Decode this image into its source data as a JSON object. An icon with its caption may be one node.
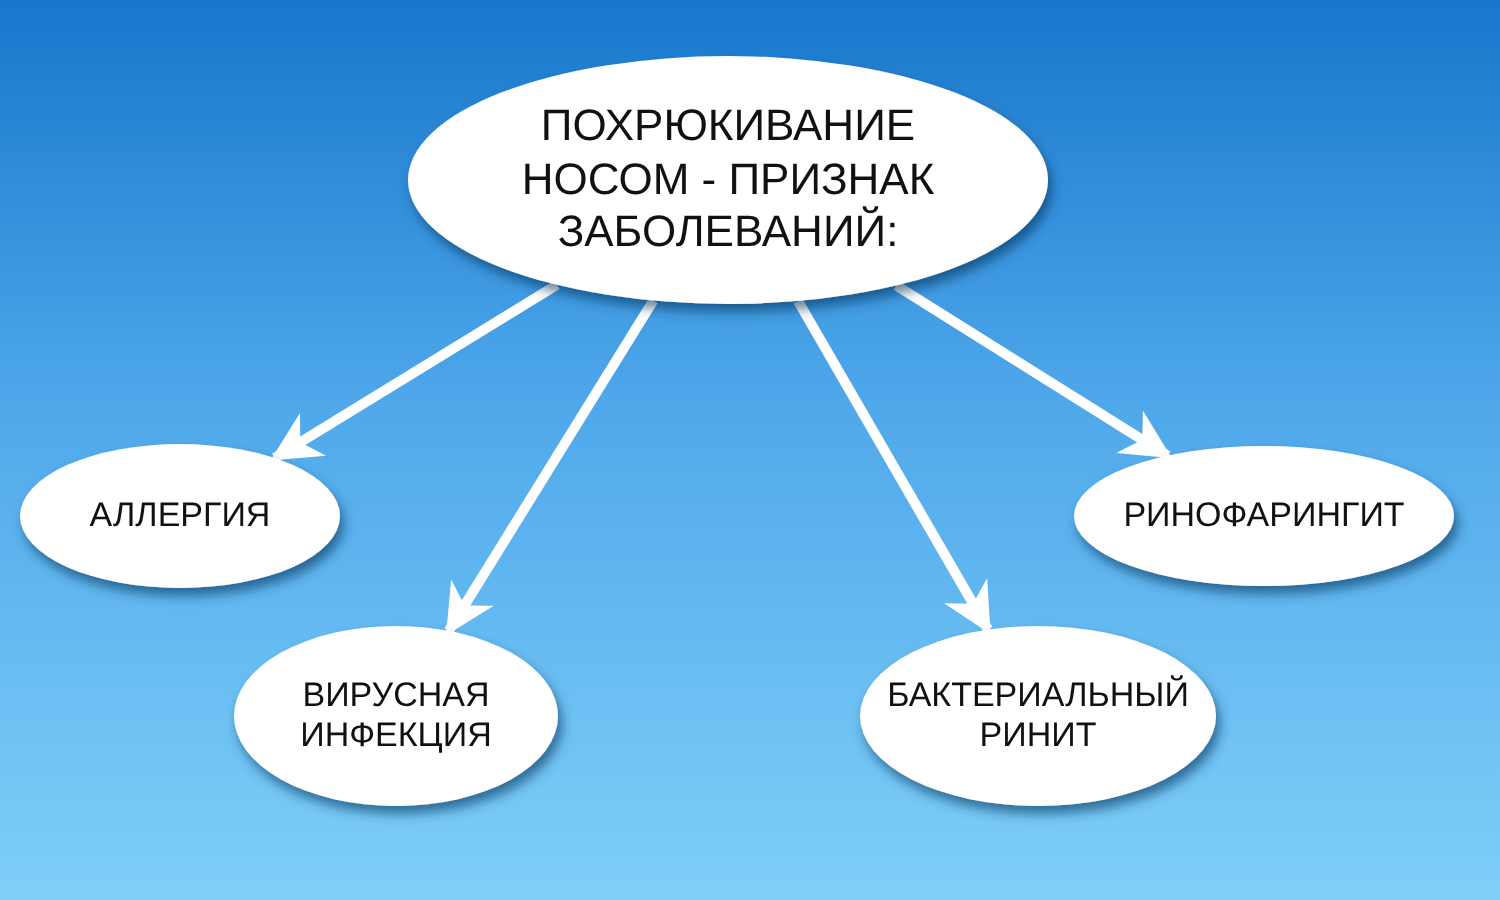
{
  "diagram": {
    "nodes": [
      {
        "text": [
          "ПОХРЮКИВАНИЕ НОСОМ - ПРИЗНАК ЗАБОЛЕВАНИЙ:"
        ]
      },
      {
        "text": [
          "АЛЛЕРГИЯ"
        ]
      },
      {
        "text": [
          "ВИРУСНАЯ ИНФЕКЦИЯ"
        ]
      },
      {
        "text": [
          "БАКТЕРИАЛЬНЫЙ РИНИТ"
        ]
      },
      {
        "text": [
          "РИНОФАРИНГИТ"
        ]
      }
    ],
    "edges": [
      {
        "from": 0,
        "to": 1,
        "arrow": "to"
      },
      {
        "from": 0,
        "to": 2,
        "arrow": "to"
      },
      {
        "from": 0,
        "to": 3,
        "arrow": "to"
      },
      {
        "from": 0,
        "to": 4,
        "arrow": "to"
      }
    ]
  }
}
